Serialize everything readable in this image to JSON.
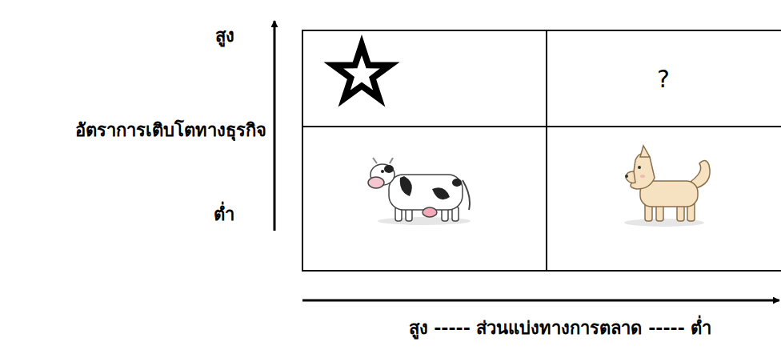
{
  "diagram": {
    "nodes": [
      {
        "text": [
          "?"
        ]
      }
    ],
    "labels": [
      "สูง",
      "อัตราการเติบโตทางธุรกิจ",
      "ต่ำ",
      "สูง ----- ส่วนแบ่งทางการตลาด ----- ต่ำ"
    ]
  }
}
